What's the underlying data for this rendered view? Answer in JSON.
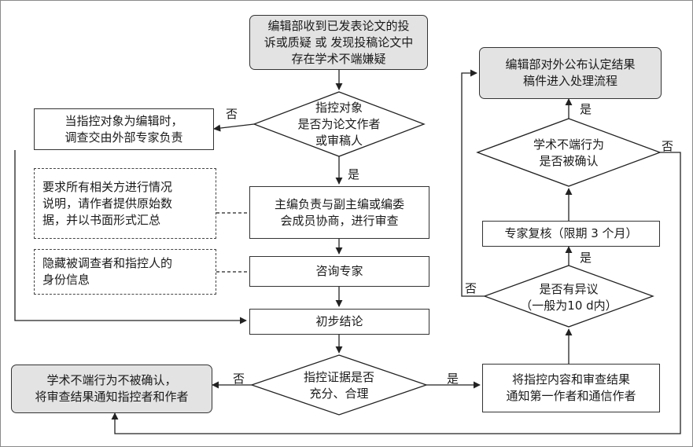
{
  "nodes": {
    "start": "编辑部收到已发表论文的投\n诉或质疑 或 发现投稿论文中\n存在学术不端嫌疑",
    "q_target": "指控对象\n是否为论文作者\n或审稿人",
    "external": "当指控对象为编辑时，\n调查交由外部专家负责",
    "require": "要求所有相关方进行情况\n说明，请作者提供原始数\n据，并以书面形式汇总",
    "chief": "主编负责与副主编或编委\n会成员协商，进行审查",
    "hide": "隐藏被调查者和指控人的\n身份信息",
    "consult": "咨询专家",
    "prelim": "初步结论",
    "q_evidence": "指控证据是否\n充分、合理",
    "not_confirmed": "学术不端行为不被确认，\n将审查结果通知指控者和作者",
    "notify": "将指控内容和审查结果\n通知第一作者和通信作者",
    "q_objection": "是否有异议\n（一般为10 d内）",
    "review": "专家复核（限期 3 个月）",
    "q_confirmed": "学术不端行为\n是否被确认",
    "publish": "编辑部对外公布认定结果\n稿件进入处理流程"
  },
  "labels": {
    "no_target": "否",
    "yes_target": "是",
    "no_evidence": "否",
    "yes_evidence": "是",
    "no_objection": "否",
    "yes_objection": "是",
    "yes_confirmed": "是",
    "no_confirmed": "否"
  }
}
